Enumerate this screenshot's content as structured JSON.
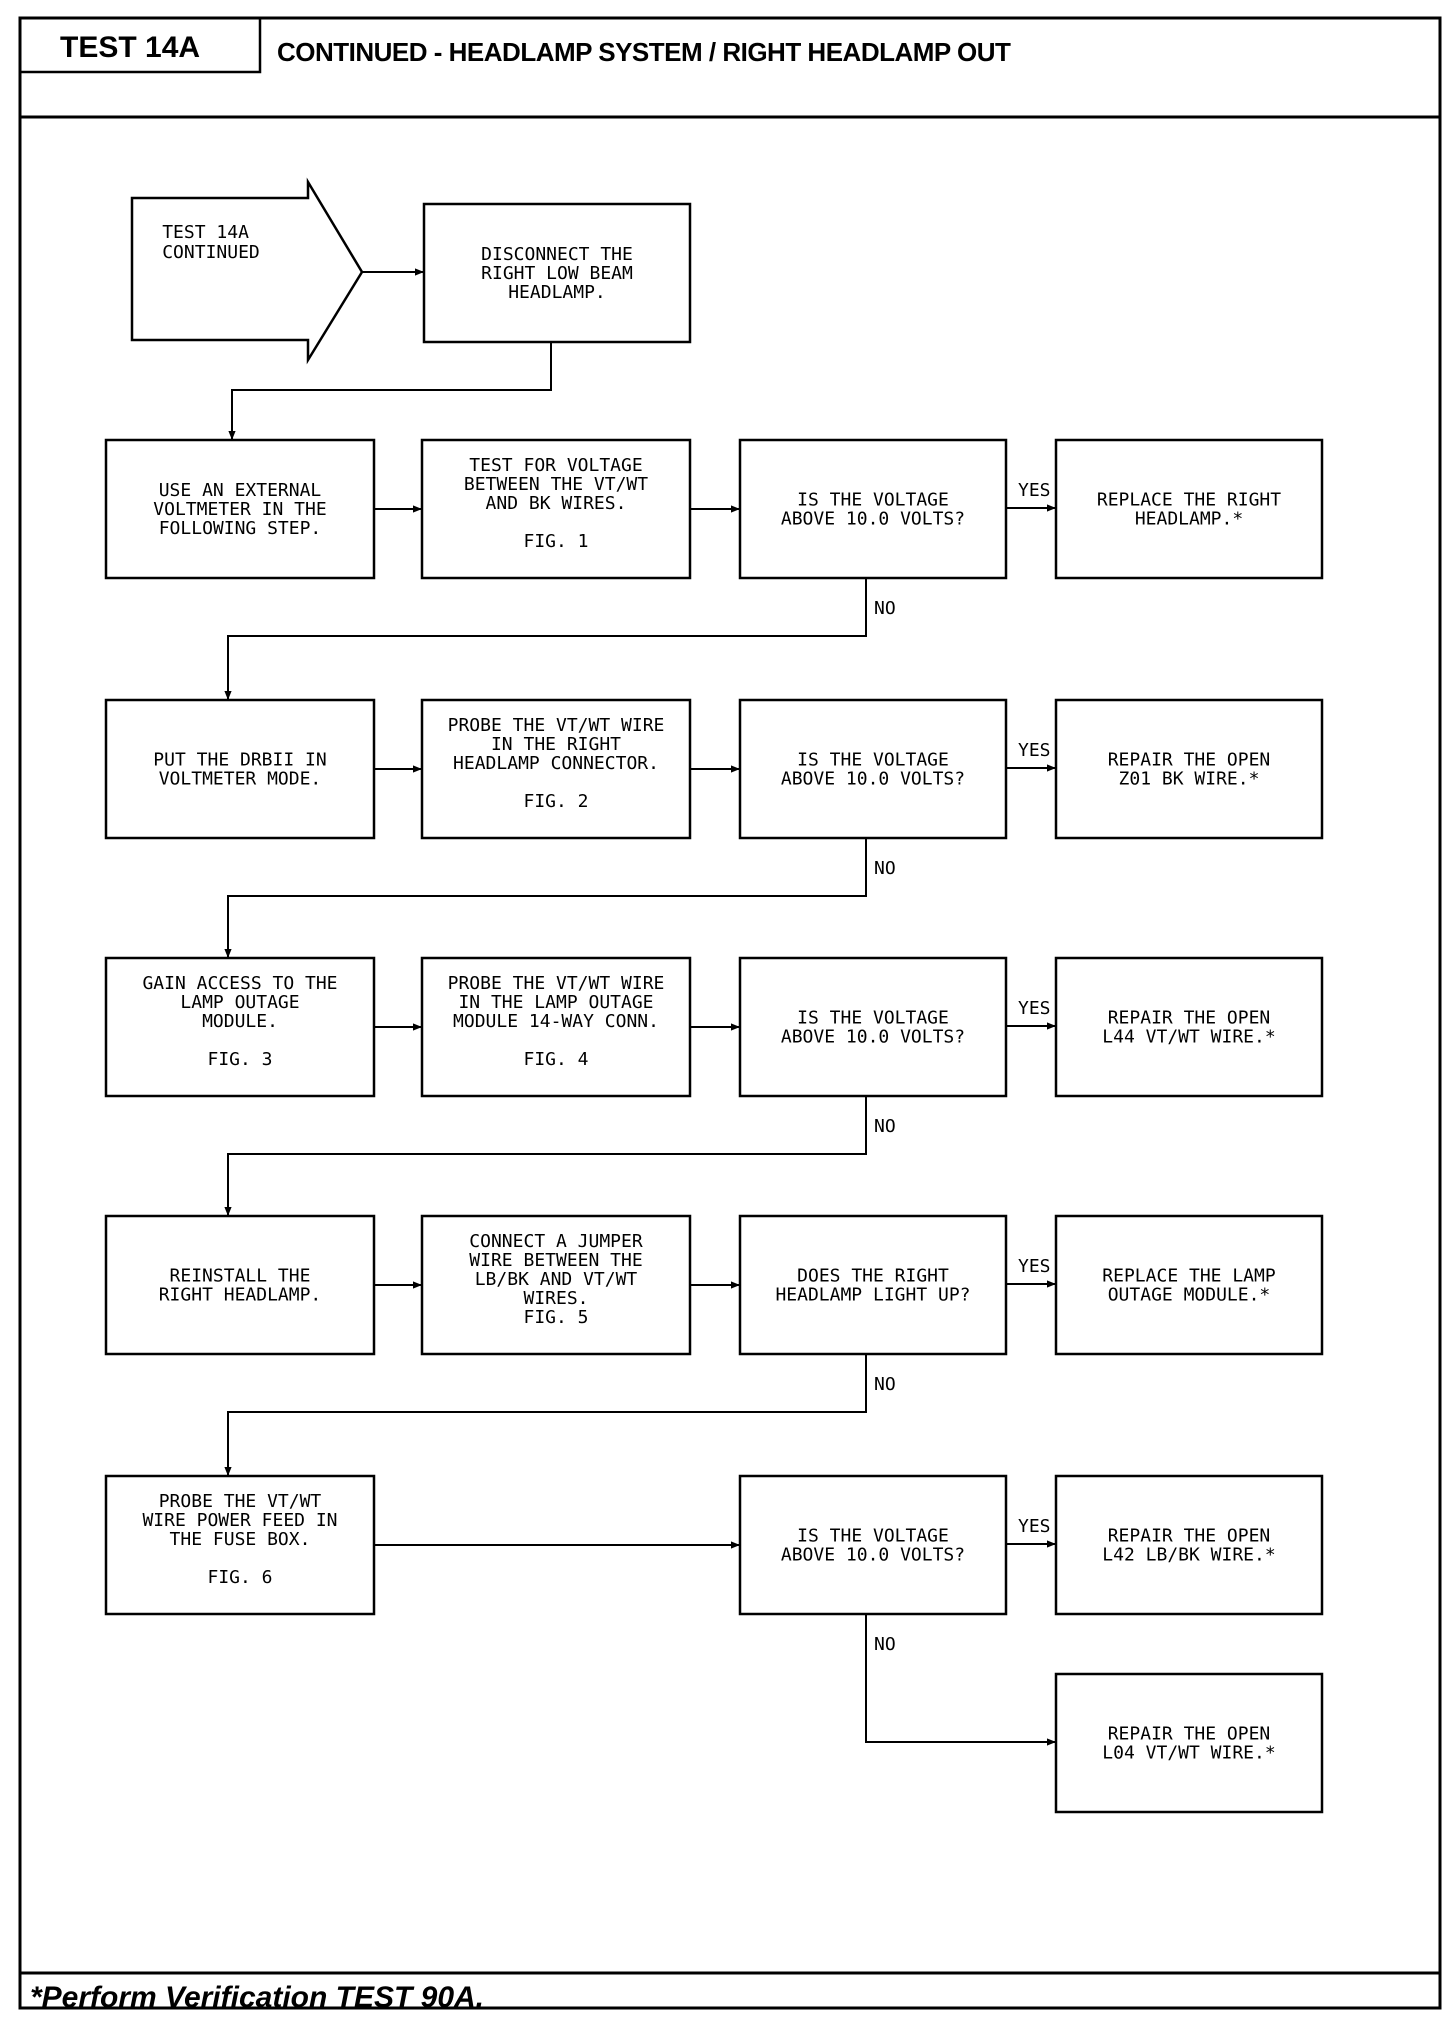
{
  "header": {
    "test_label": "TEST 14A",
    "title": "CONTINUED - HEADLAMP SYSTEM / RIGHT HEADLAMP OUT"
  },
  "footer": {
    "note": "*Perform Verification TEST 90A."
  },
  "flow": {
    "start": [
      "TEST 14A",
      "CONTINUED"
    ],
    "disconnect": [
      "DISCONNECT THE",
      "RIGHT LOW BEAM",
      "HEADLAMP."
    ],
    "rows": [
      {
        "left": [
          "USE AN EXTERNAL",
          "VOLTMETER IN THE",
          "FOLLOWING STEP."
        ],
        "mid": [
          "TEST FOR VOLTAGE",
          "BETWEEN THE VT/WT",
          "AND BK WIRES.",
          "",
          "FIG. 1"
        ],
        "q": [
          "IS THE VOLTAGE",
          "ABOVE 10.0 VOLTS?"
        ],
        "yes_label": "YES",
        "result": [
          "REPLACE THE RIGHT",
          "HEADLAMP.*"
        ],
        "no_label": "NO"
      },
      {
        "left": [
          "PUT THE DRBII IN",
          "VOLTMETER MODE."
        ],
        "mid": [
          "PROBE THE VT/WT WIRE",
          "IN THE RIGHT",
          "HEADLAMP CONNECTOR.",
          "",
          "FIG. 2"
        ],
        "q": [
          "IS THE VOLTAGE",
          "ABOVE 10.0 VOLTS?"
        ],
        "yes_label": "YES",
        "result": [
          "REPAIR THE OPEN",
          "Z01 BK WIRE.*"
        ],
        "no_label": "NO"
      },
      {
        "left": [
          "GAIN ACCESS TO THE",
          "LAMP OUTAGE",
          "MODULE.",
          "",
          "FIG. 3"
        ],
        "mid": [
          "PROBE THE VT/WT WIRE",
          "IN THE LAMP OUTAGE",
          "MODULE 14-WAY CONN.",
          "",
          "FIG. 4"
        ],
        "q": [
          "IS THE VOLTAGE",
          "ABOVE 10.0 VOLTS?"
        ],
        "yes_label": "YES",
        "result": [
          "REPAIR THE OPEN",
          "L44 VT/WT WIRE.*"
        ],
        "no_label": "NO"
      },
      {
        "left": [
          "REINSTALL THE",
          "RIGHT HEADLAMP."
        ],
        "mid": [
          "CONNECT A JUMPER",
          "WIRE BETWEEN THE",
          "LB/BK AND VT/WT",
          "WIRES.",
          "FIG. 5"
        ],
        "q": [
          "DOES THE RIGHT",
          "HEADLAMP LIGHT UP?"
        ],
        "yes_label": "YES",
        "result": [
          "REPLACE THE LAMP",
          "OUTAGE MODULE.*"
        ],
        "no_label": "NO"
      },
      {
        "left": [
          "PROBE THE VT/WT",
          "WIRE POWER FEED IN",
          "THE FUSE BOX.",
          "",
          "FIG. 6"
        ],
        "q": [
          "IS THE VOLTAGE",
          "ABOVE 10.0 VOLTS?"
        ],
        "yes_label": "YES",
        "result": [
          "REPAIR THE OPEN",
          "L42 LB/BK WIRE.*"
        ],
        "no_label": "NO"
      }
    ],
    "final": [
      "REPAIR THE OPEN",
      "L04 VT/WT WIRE.*"
    ]
  }
}
